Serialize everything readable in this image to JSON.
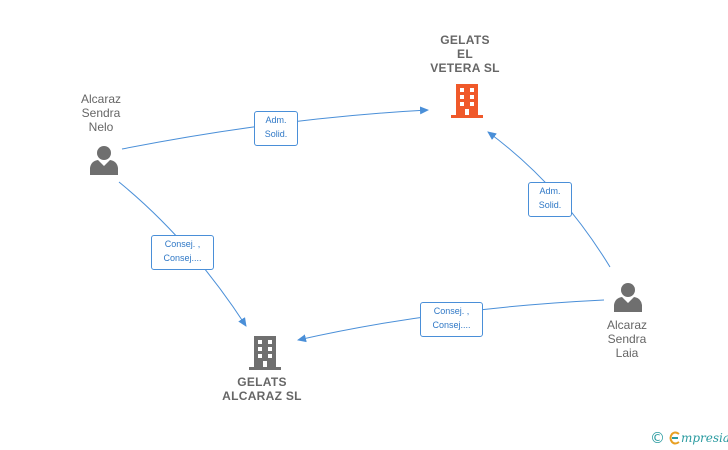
{
  "colors": {
    "edge": "#4a8fd8",
    "label_text": "#2f78c6",
    "person_icon": "#6f6f6f",
    "company_icon": "#6f6f6f",
    "focus_company_icon": "#f0592a",
    "node_text": "#666666",
    "brand": "#2a9ba0"
  },
  "nodes": {
    "nelo": {
      "label": "Alcaraz\nSendra\nNelo",
      "icon": "person-icon"
    },
    "laia": {
      "label": "Alcaraz\nSendra\nLaia",
      "icon": "person-icon"
    },
    "vetera": {
      "label": "GELATS\nEL\nVETERA SL",
      "icon": "building-icon"
    },
    "alcaraz": {
      "label": "GELATS\nALCARAZ SL",
      "icon": "building-icon"
    }
  },
  "edges": {
    "nelo_vetera": {
      "label": "Adm.\nSolid."
    },
    "laia_vetera": {
      "label": "Adm.\nSolid."
    },
    "nelo_alcaraz": {
      "label": "Consej. ,\nConsej...."
    },
    "laia_alcaraz": {
      "label": "Consej. ,\nConsej...."
    }
  },
  "brand": {
    "copyright": "©",
    "text": "mpresia"
  }
}
